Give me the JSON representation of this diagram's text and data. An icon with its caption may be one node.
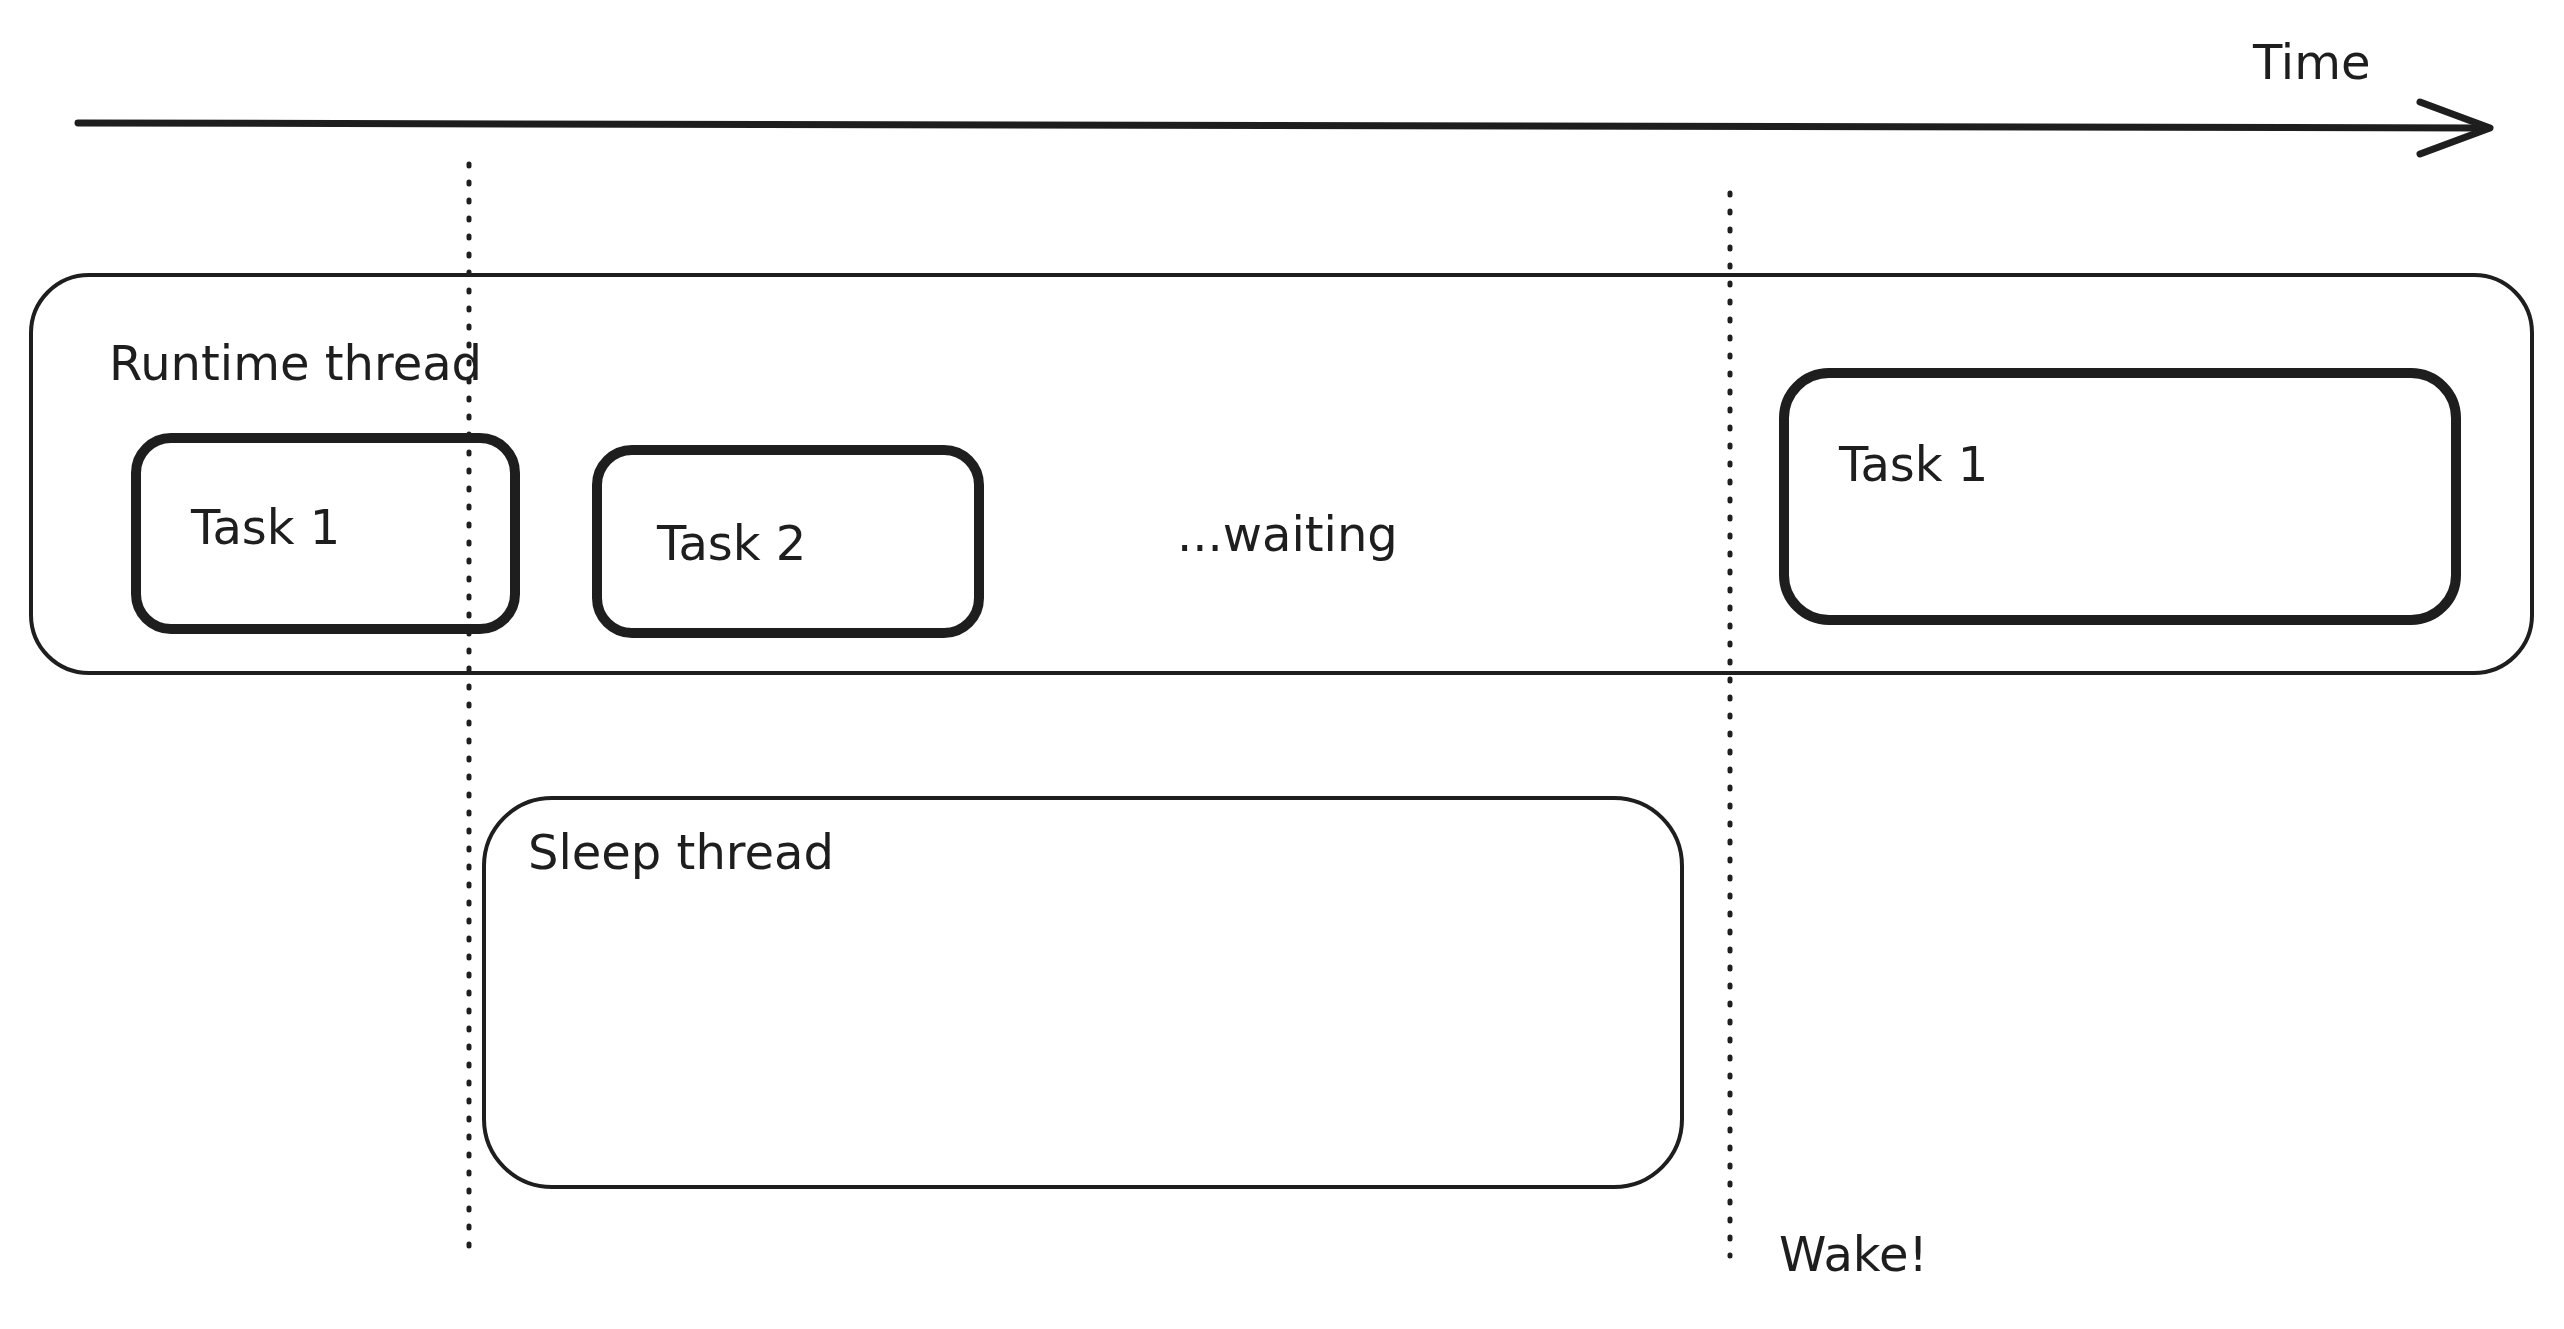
{
  "diagram": {
    "nodes": [
      {
        "text": [
          "Runtime thread"
        ]
      },
      {
        "text": [
          "Task 1"
        ],
        "in": 0
      },
      {
        "text": [
          "Task 2"
        ],
        "in": 0
      },
      {
        "text": [
          "Task 1"
        ],
        "in": 0
      },
      {
        "text": [
          "Sleep thread"
        ]
      }
    ],
    "labels": [
      "Time",
      "...waiting",
      "Wake!"
    ]
  }
}
